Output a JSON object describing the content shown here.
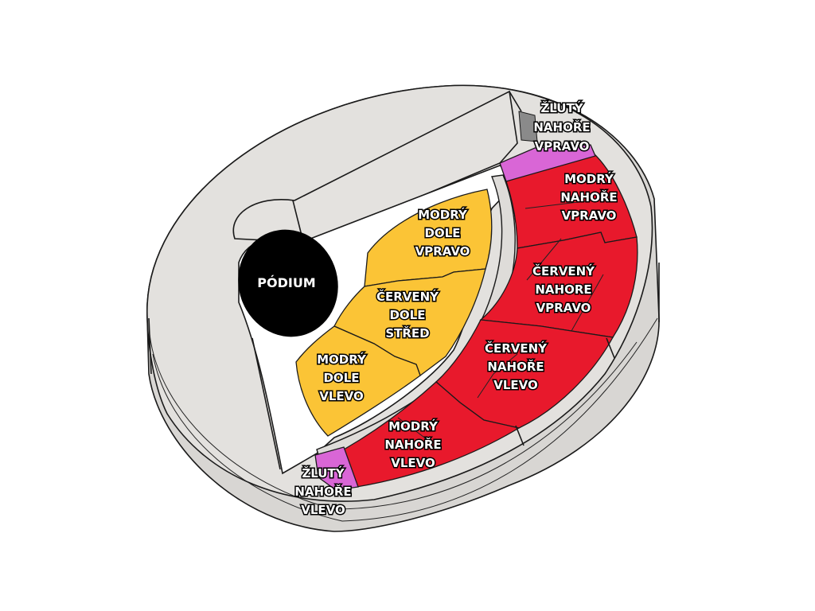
{
  "podium": "PÓDIUM",
  "colors": {
    "red": "#e8192c",
    "yellow": "#fbc436",
    "pink": "#d966d6",
    "gray": "#e1dfdc",
    "podium": "#000000"
  },
  "sections": {
    "zluty_nahore_vpravo": [
      "ŽLUTÝ",
      "NAHOŘE",
      "VPRAVO"
    ],
    "modry_nahore_vpravo": [
      "MODRÝ",
      "NAHOŘE",
      "VPRAVO"
    ],
    "cerveny_nahore_vpravo": [
      "ČERVENÝ",
      "NAHORE",
      "VPRAVO"
    ],
    "cerveny_nahore_vlevo": [
      "ČERVENÝ",
      "NAHOŘE",
      "VLEVO"
    ],
    "modry_nahore_vlevo": [
      "MODRÝ",
      "NAHOŘE",
      "VLEVO"
    ],
    "zluty_nahore_vlevo": [
      "ŽLUTÝ",
      "NAHOŘE",
      "VLEVO"
    ],
    "modry_dole_vpravo": [
      "MODRÝ",
      "DOLE",
      "VPRAVO"
    ],
    "cerveny_dole_stred": [
      "ČERVENÝ",
      "DOLE",
      "STŘED"
    ],
    "modry_dole_vlevo": [
      "MODRÝ",
      "DOLE",
      "VLEVO"
    ]
  }
}
